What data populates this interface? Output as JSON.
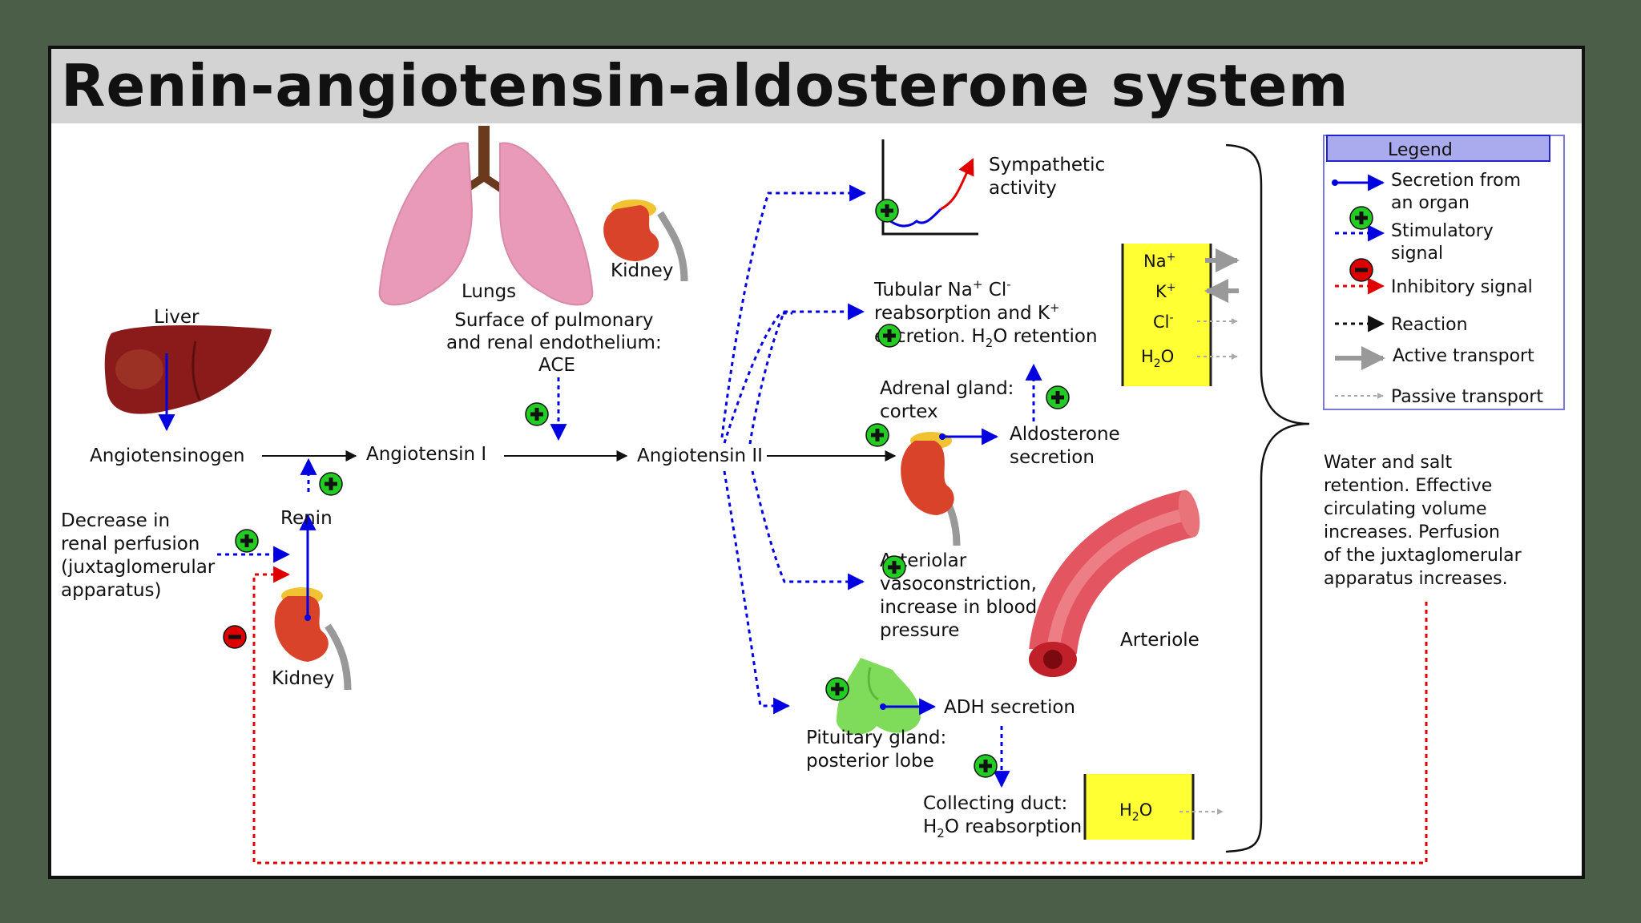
{
  "title": "Renin-angiotensin-aldosterone system",
  "organs": {
    "liver": "Liver",
    "lungs": "Lungs",
    "kidney_top": "Kidney",
    "kidney_bottom": "Kidney",
    "arteriole": "Arteriole"
  },
  "pathway": {
    "angiotensinogen": "Angiotensinogen",
    "angiotensin1": "Angiotensin I",
    "angiotensin2": "Angiotensin II",
    "renin": "Renin",
    "perfusion": [
      "Decrease in",
      "renal perfusion",
      "(juxtaglomerular",
      "apparatus)"
    ],
    "ace": [
      "Surface of pulmonary",
      "and renal endothelium:",
      "ACE"
    ]
  },
  "effects": {
    "sympathetic": [
      "Sympathetic",
      "activity"
    ],
    "tubular_1": "Tubular Na",
    "tubular_1_sup": "+",
    "tubular_1b": " Cl",
    "tubular_1b_sup": "-",
    "tubular_2": "reabsorption and K",
    "tubular_2_sup": "+",
    "tubular_3a": "excretion. H",
    "tubular_3_sub": "2",
    "tubular_3b": "O retention",
    "adrenal": [
      "Adrenal gland:",
      "cortex"
    ],
    "aldosterone": [
      "Aldosterone",
      "secretion"
    ],
    "arteriolar": [
      "Arteriolar",
      "vasoconstriction,",
      "increase in blood",
      "pressure"
    ],
    "pituitary": [
      "Pituitary gland:",
      "posterior lobe"
    ],
    "adh": "ADH secretion",
    "collecting_1": "Collecting duct:",
    "collecting_2a": "H",
    "collecting_2_sub": "2",
    "collecting_2b": "O reabsorption"
  },
  "ions": {
    "na": "Na",
    "na_sup": "+",
    "k": "K",
    "k_sup": "+",
    "cl": "Cl",
    "cl_sup": "-",
    "h2o_a": "H",
    "h2o_sub": "2",
    "h2o_b": "O",
    "duct_h2o_a": "H",
    "duct_h2o_sub": "2",
    "duct_h2o_b": "O"
  },
  "outcome": [
    "Water and salt",
    "retention. Effective",
    "circulating volume",
    "increases. Perfusion",
    "of the juxtaglomerular",
    "apparatus increases."
  ],
  "legend": {
    "title": "Legend",
    "secretion": [
      "Secretion from",
      "an organ"
    ],
    "stimulatory": [
      "Stimulatory",
      "signal"
    ],
    "inhibitory": "Inhibitory signal",
    "reaction": "Reaction",
    "active": "Active transport",
    "passive": "Passive transport"
  },
  "colors": {
    "secretion": "#0000e0",
    "stimulatory": "#0000e0",
    "inhibitory": "#e00000",
    "plus_badge": "#22cc22",
    "minus_badge": "#dd0000",
    "ion_box": "#ffff33",
    "legend_header": "#aaaaee"
  }
}
